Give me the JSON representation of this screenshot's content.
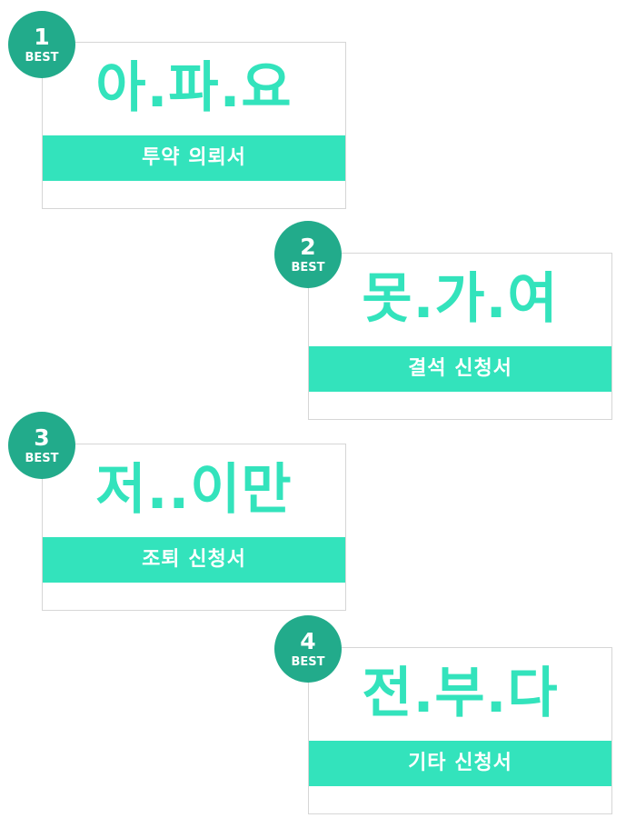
{
  "colors": {
    "accent": "#33e3bc",
    "badge": "#22ab8b",
    "border": "#d6d6d6"
  },
  "cards": [
    {
      "rank": "1",
      "tag": "BEST",
      "headline": "아.파.요",
      "label": "투약 의뢰서"
    },
    {
      "rank": "2",
      "tag": "BEST",
      "headline": "못.가.여",
      "label": "결석 신청서"
    },
    {
      "rank": "3",
      "tag": "BEST",
      "headline": "저..이만",
      "label": "조퇴 신청서"
    },
    {
      "rank": "4",
      "tag": "BEST",
      "headline": "전.부.다",
      "label": "기타 신청서"
    }
  ]
}
